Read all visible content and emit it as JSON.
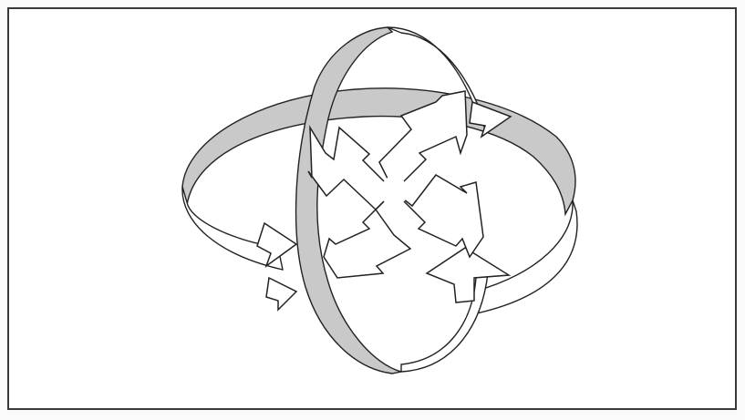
{
  "figure": {
    "style": "line-art",
    "shade_color": "#c9c9c9",
    "line_color": "#222222",
    "elements": {
      "rings": 2,
      "ring_arrowheads": 4,
      "outward_arrows": 4
    }
  }
}
